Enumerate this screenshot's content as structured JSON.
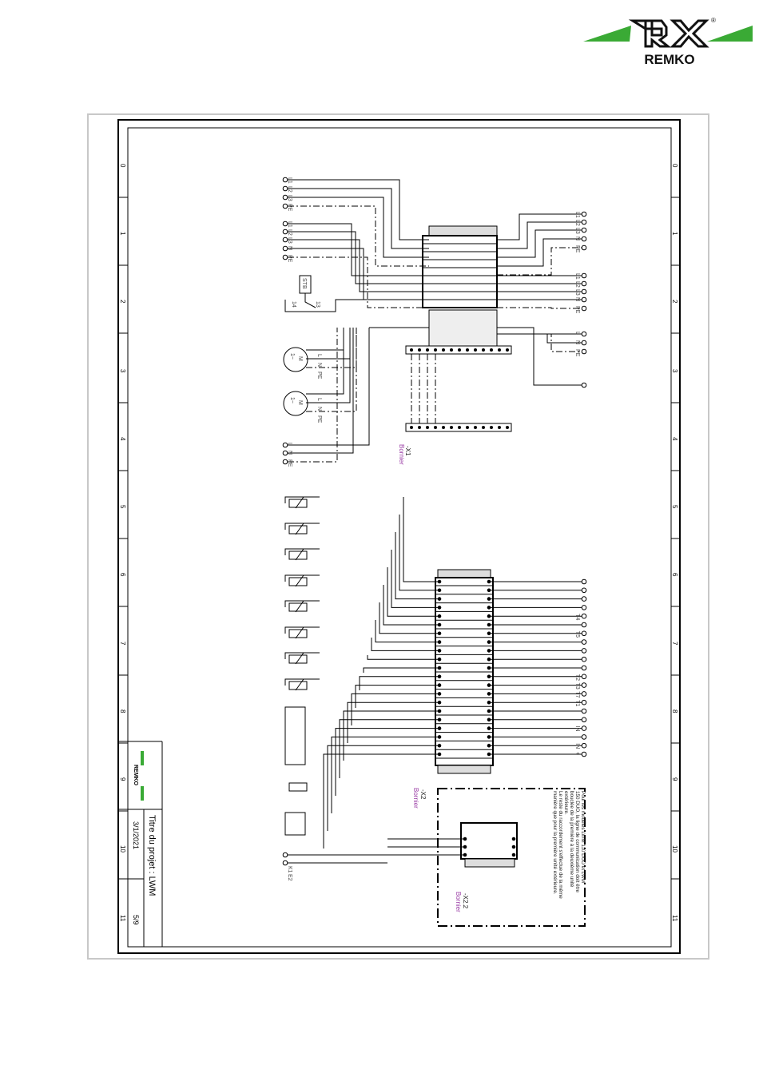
{
  "brand": {
    "name": "REMKO",
    "registered": "®",
    "green": "#3aaa35"
  },
  "title_block": {
    "project_title": "Titre du projet : LWM",
    "date": "3/1/2021",
    "page": "5/9",
    "logo_text": "REMKO"
  },
  "grid_numbers": [
    "0",
    "1",
    "2",
    "3",
    "4",
    "5",
    "6",
    "7",
    "8",
    "9",
    "10",
    "11"
  ],
  "left_terminals": {
    "group1": [
      "L1",
      "L2",
      "L3",
      "PE"
    ],
    "group2": [
      "L1",
      "L2",
      "L3",
      "N",
      "PE"
    ],
    "stb": {
      "label": "STB",
      "pin_a": "14",
      "pin_b": "13"
    },
    "motor1": {
      "label": "M",
      "sub": "1~",
      "pins": [
        "L",
        "N",
        "PE"
      ]
    },
    "motor2": {
      "label": "M",
      "sub": "1~",
      "pins": [
        "L",
        "N",
        "PE"
      ]
    },
    "group3": [
      "L",
      "N",
      "PE"
    ],
    "bottom": [
      "K1",
      "E2"
    ]
  },
  "right_terminals": {
    "group1": [
      "L1",
      "L2",
      "L3",
      "N",
      "PE"
    ],
    "group2": [
      "L1",
      "L2",
      "L3",
      "N",
      "PE"
    ],
    "group3": [
      "L",
      "N",
      "PE"
    ],
    "x2_labels": [
      "T4",
      "T5",
      "T2",
      "T3",
      "T7",
      "T1",
      "IN",
      "IN",
      "+",
      "-"
    ]
  },
  "borniers": {
    "x1": {
      "id": "-X1",
      "label": "Bornier"
    },
    "x2": {
      "id": "-X2",
      "label": "Bornier"
    },
    "x22": {
      "id": "-X2.2",
      "label": "Bornier"
    }
  },
  "note": [
    "Pour les modèles LWM 110 DUO et LWM",
    "150 DUO, la ligne de communication doit être",
    "bouclée de la première à la deuxième unité",
    "extérieure.",
    "Le reste du raccordement s'effectue de la même",
    "manière que pour la première unité extérieure."
  ],
  "colors": {
    "purple": "#9b3fa6",
    "frame_gray": "#c8c8c8"
  }
}
